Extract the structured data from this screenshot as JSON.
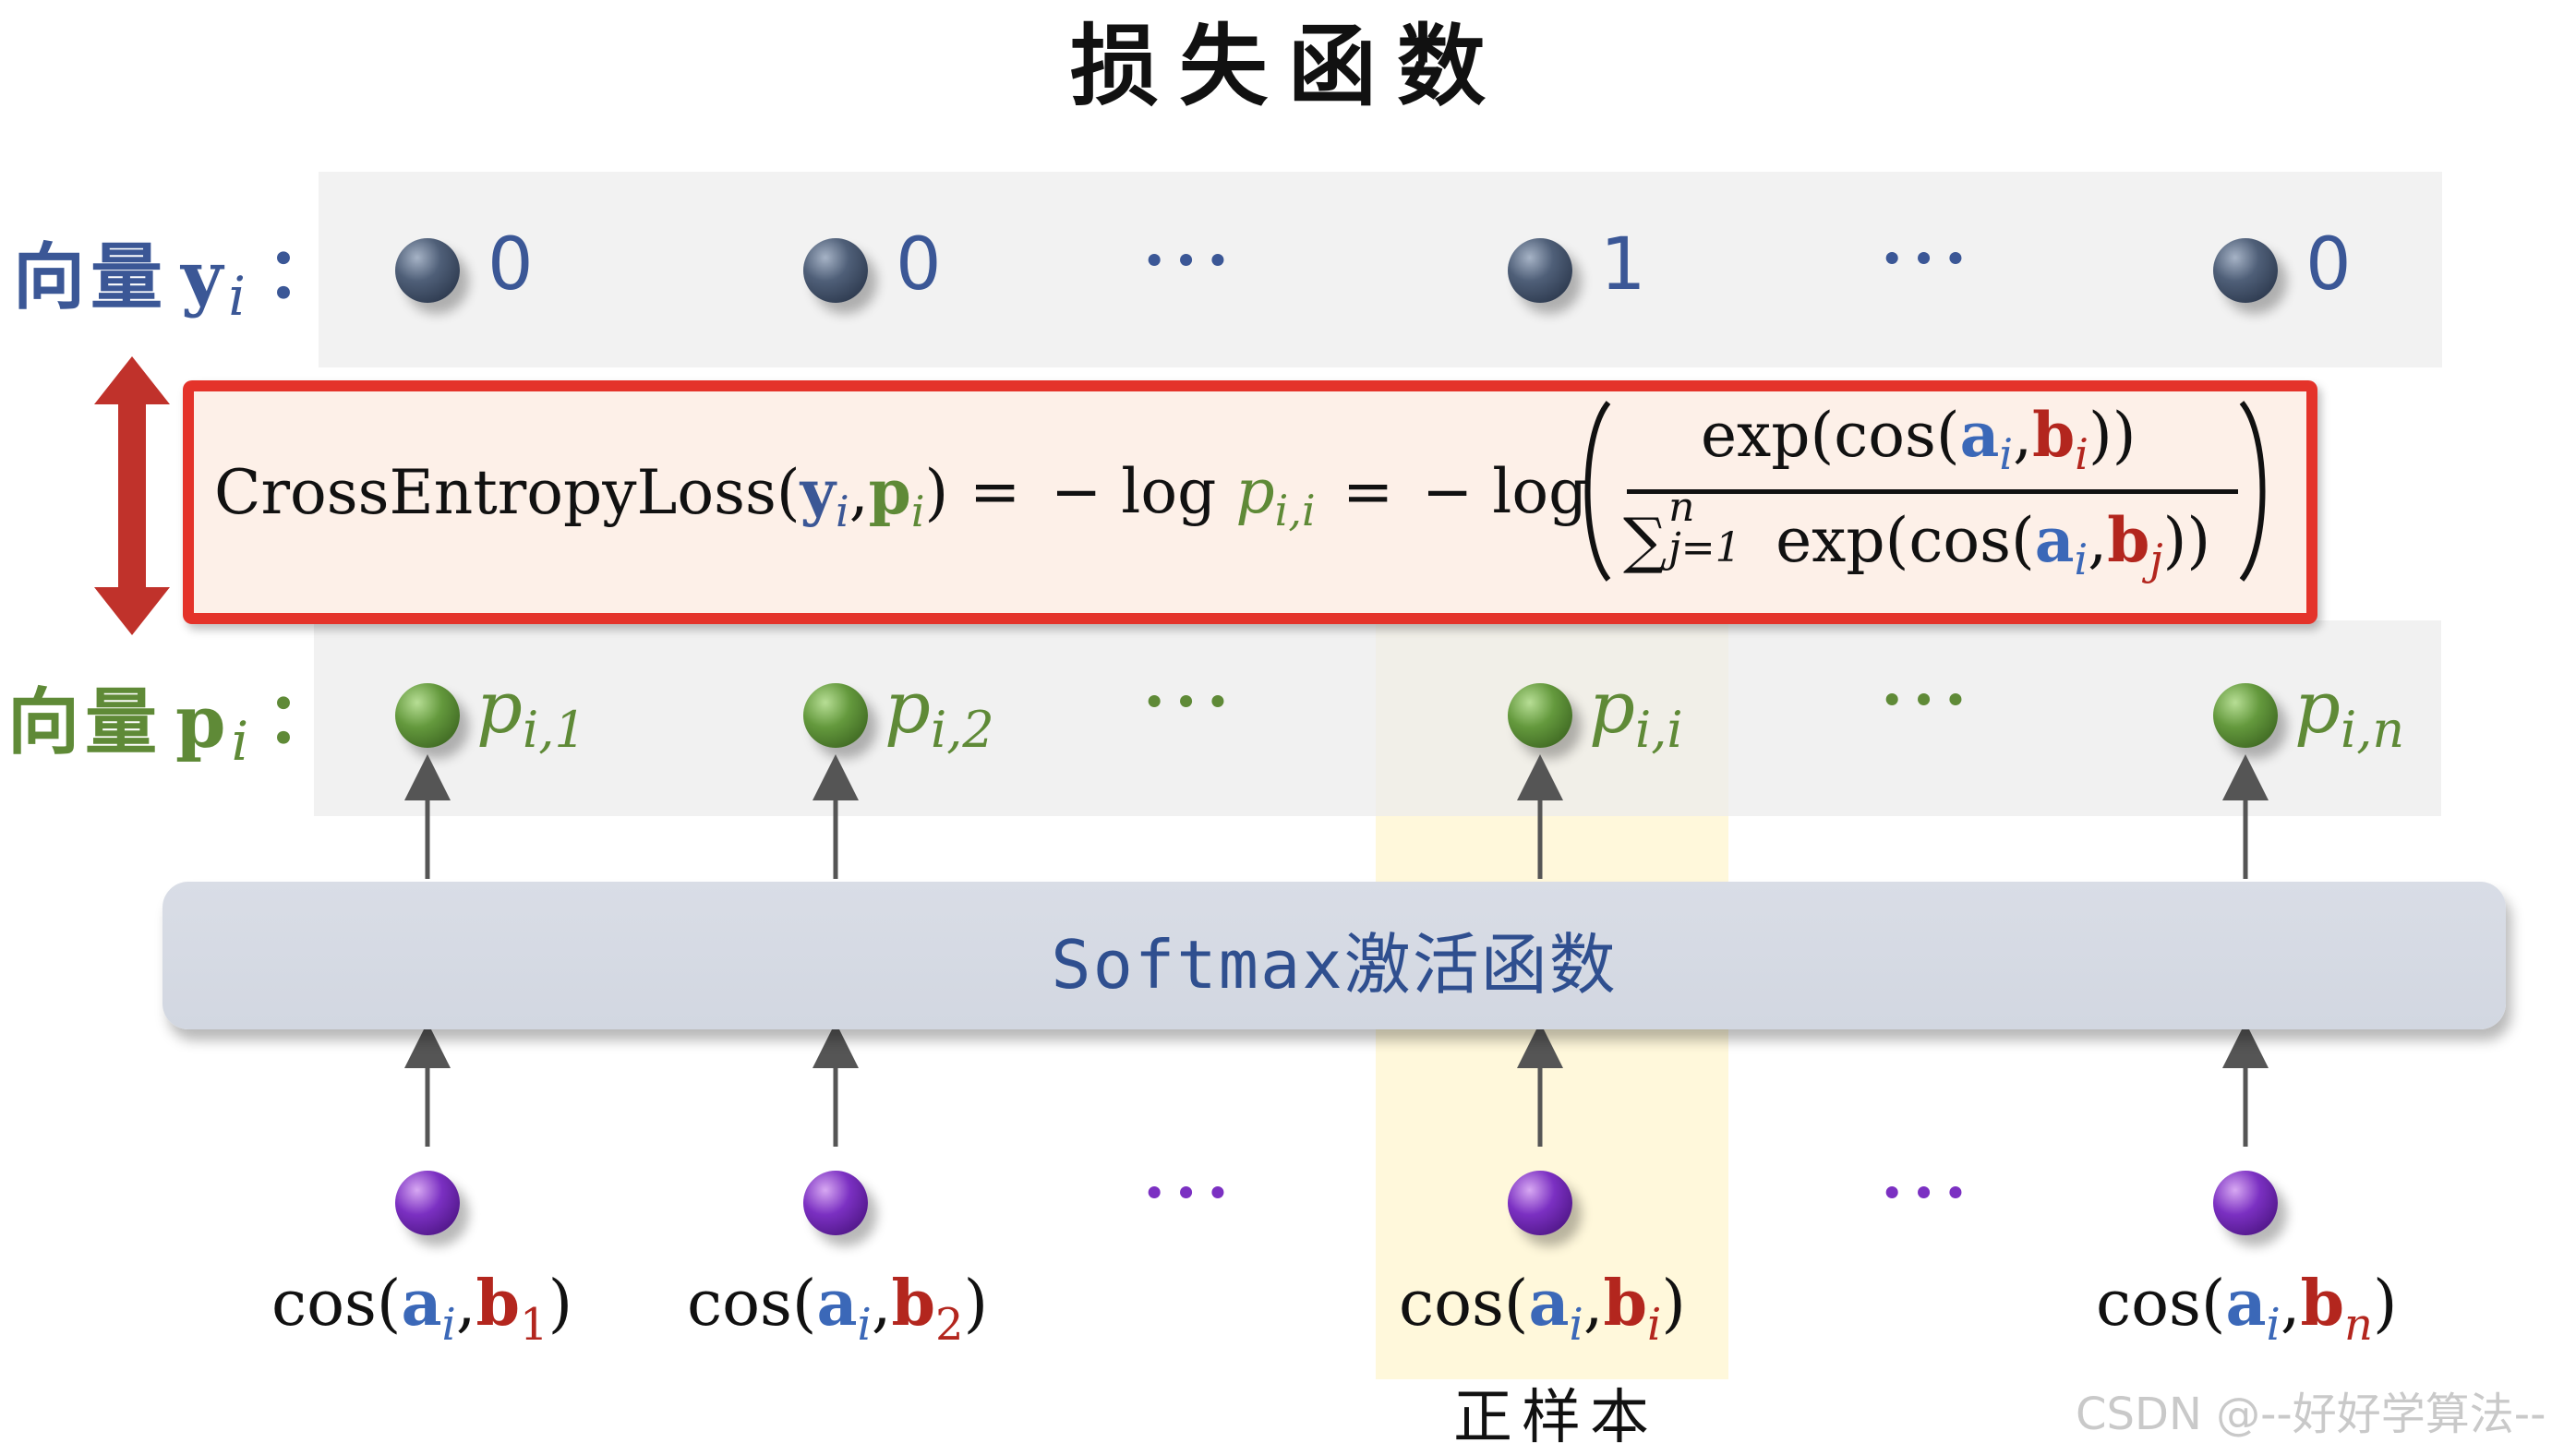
{
  "title": "损失函数",
  "rows": {
    "y": {
      "label_cn": "向量",
      "label_symbol": "y",
      "label_sub": "i",
      "colon": "：",
      "color": "#3b5796",
      "values": [
        "0",
        "0",
        "1",
        "0"
      ]
    },
    "p": {
      "label_cn": "向量",
      "label_symbol": "p",
      "label_sub": "i",
      "colon": "：",
      "color": "#5f8a37",
      "values": [
        {
          "base": "p",
          "sub": "i,1"
        },
        {
          "base": "p",
          "sub": "i,2"
        },
        {
          "base": "p",
          "sub": "i,i"
        },
        {
          "base": "p",
          "sub": "i,n"
        }
      ]
    }
  },
  "ellipsis": "···",
  "formula": {
    "name": "CrossEntropyLoss",
    "y": "y",
    "p": "p",
    "sub_i": "i",
    "comma": ",",
    "lparen": "(",
    "rparen": ")",
    "equals": "=",
    "neg_log": "− log",
    "p_ii_sub": "i,i",
    "numerator_prefix": "exp(cos(",
    "numerator_suffix": "))",
    "a": "a",
    "b": "b",
    "sum": "∑",
    "sum_sup": "n",
    "sum_sub": "j=1",
    "denominator_prefix": "exp(cos(",
    "denominator_suffix": "))",
    "sub_j": "j",
    "box_color": "#e4332a"
  },
  "softmax": {
    "label": "Softmax激活函数"
  },
  "cos_items": [
    {
      "prefix": "cos(",
      "a": "a",
      "a_sub": "i",
      "comma": ",",
      "b": "b",
      "b_sub": "1",
      "suffix": ")"
    },
    {
      "prefix": "cos(",
      "a": "a",
      "a_sub": "i",
      "comma": ",",
      "b": "b",
      "b_sub": "2",
      "suffix": ")"
    },
    {
      "prefix": "cos(",
      "a": "a",
      "a_sub": "i",
      "comma": ",",
      "b": "b",
      "b_sub": "i",
      "suffix": ")"
    },
    {
      "prefix": "cos(",
      "a": "a",
      "a_sub": "i",
      "comma": ",",
      "b": "b",
      "b_sub": "n",
      "suffix": ")"
    }
  ],
  "positive_sample_label": "正样本",
  "watermark": "CSDN @--好好学算法--",
  "colors": {
    "arrow_double": "#c0322b",
    "arrow_gray": "#555555",
    "ellipsis_y": "#3b5796",
    "ellipsis_p": "#5f8a37",
    "ellipsis_c": "#7b30c2",
    "highlight": "#fff4c8"
  }
}
